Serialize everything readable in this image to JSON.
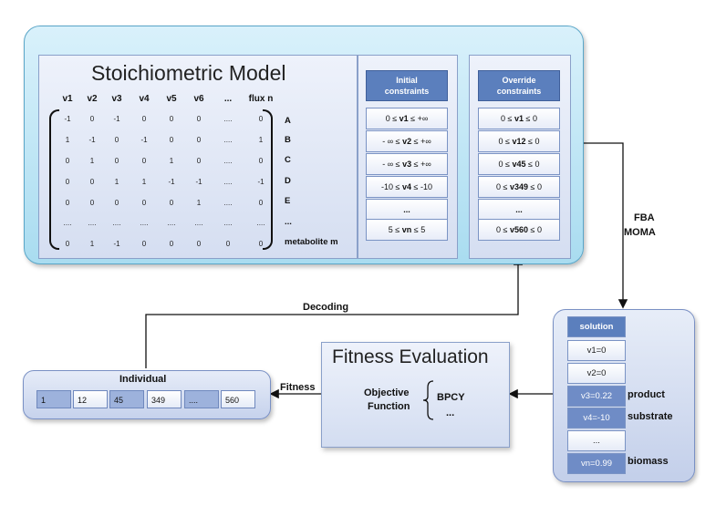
{
  "stoich": {
    "title": "Stoichiometric Model",
    "headers": [
      "v1",
      "v2",
      "v3",
      "v4",
      "v5",
      "v6",
      "...",
      "flux n"
    ],
    "rows": [
      [
        "-1",
        "0",
        "-1",
        "0",
        "0",
        "0",
        "....",
        "0"
      ],
      [
        "1",
        "-1",
        "0",
        "-1",
        "0",
        "0",
        "....",
        "1"
      ],
      [
        "0",
        "1",
        "0",
        "0",
        "1",
        "0",
        "....",
        "0"
      ],
      [
        "0",
        "0",
        "1",
        "1",
        "-1",
        "-1",
        "....",
        "-1"
      ],
      [
        "0",
        "0",
        "0",
        "0",
        "0",
        "1",
        "....",
        "0"
      ],
      [
        "....",
        "....",
        "....",
        "....",
        "....",
        "....",
        "....",
        "...."
      ],
      [
        "0",
        "1",
        "-1",
        "0",
        "0",
        "0",
        "0",
        "0"
      ]
    ],
    "row_labels": [
      "A",
      "B",
      "C",
      "D",
      "E",
      "...",
      "metabolite m"
    ]
  },
  "initial": {
    "header_line1": "Initial",
    "header_line2": "constraints",
    "rows": [
      {
        "pre": "0 ≤ ",
        "var": "v1",
        "post": " ≤ +∞"
      },
      {
        "pre": "- ∞ ≤ ",
        "var": "v2",
        "post": " ≤ +∞"
      },
      {
        "pre": "- ∞ ≤ ",
        "var": "v3",
        "post": " ≤ +∞"
      },
      {
        "pre": "-10 ≤ ",
        "var": "v4",
        "post": " ≤ -10"
      },
      {
        "pre": "",
        "var": "...",
        "post": ""
      },
      {
        "pre": "5 ≤ ",
        "var": "vn",
        "post": " ≤ 5"
      }
    ]
  },
  "override": {
    "header_line1": "Override",
    "header_line2": "constraints",
    "rows": [
      {
        "pre": "0 ≤ ",
        "var": "v1",
        "post": " ≤ 0"
      },
      {
        "pre": "0 ≤ ",
        "var": "v12",
        "post": " ≤ 0"
      },
      {
        "pre": "0 ≤ ",
        "var": "v45",
        "post": " ≤ 0"
      },
      {
        "pre": "0 ≤ ",
        "var": "v349",
        "post": " ≤ 0"
      },
      {
        "pre": "",
        "var": "...",
        "post": ""
      },
      {
        "pre": "0 ≤ ",
        "var": "v560",
        "post": " ≤ 0"
      }
    ]
  },
  "arrows": {
    "fba": "FBA",
    "moma": "MOMA",
    "decoding": "Decoding",
    "fitness": "Fitness"
  },
  "solution": {
    "header": "solution",
    "rows": [
      "v1=0",
      "v2=0",
      "v3=0.22",
      "v4=-10",
      "...",
      "vn=0.99"
    ],
    "labels": {
      "product": "product",
      "substrate": "substrate",
      "biomass": "biomass"
    }
  },
  "fitness_eval": {
    "title": "Fitness Evaluation",
    "objective_line1": "Objective",
    "objective_line2": "Function",
    "option1": "BPCY",
    "option2": "..."
  },
  "individual": {
    "title": "Individual",
    "genes": [
      "1",
      "12",
      "45",
      "349",
      "....",
      "560"
    ]
  }
}
